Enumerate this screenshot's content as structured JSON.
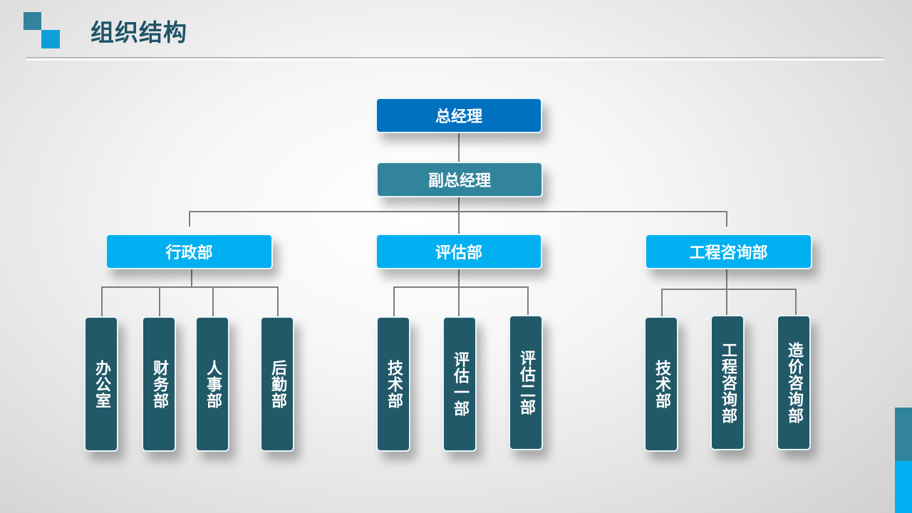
{
  "header": {
    "title": "组织结构",
    "accent_colors": {
      "dark_square": "#31849b",
      "light_square": "#0f9fd8"
    }
  },
  "chart": {
    "top": {
      "label": "总经理",
      "color": "#0070c0"
    },
    "vice": {
      "label": "副总经理",
      "color": "#31849b"
    },
    "departments": [
      {
        "label": "行政部",
        "color": "#00b0f0",
        "children": [
          "办公室",
          "财务部",
          "人事部",
          "后勤部"
        ]
      },
      {
        "label": "评估部",
        "color": "#00b0f0",
        "children": [
          "技术部",
          "评估一部",
          "评估二部"
        ]
      },
      {
        "label": "工程咨询部",
        "color": "#00b0f0",
        "children": [
          "技术部",
          "工程咨询部",
          "造价咨询部"
        ]
      }
    ],
    "leaf_color": "#215968",
    "connector_color": "#7f7f7f"
  }
}
